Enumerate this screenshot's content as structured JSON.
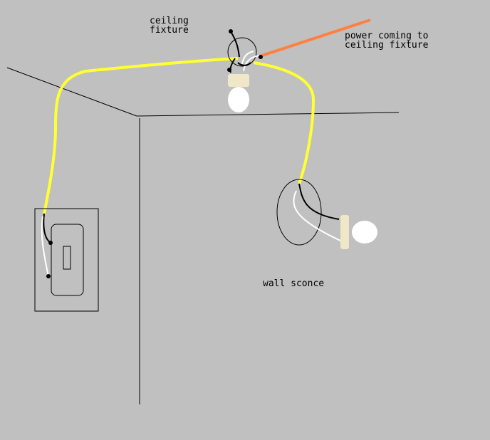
{
  "labels": {
    "ceiling_fixture_line1": "ceiling",
    "ceiling_fixture_line2": "fixture",
    "power_line1": "power coming to",
    "power_line2": "ceiling fixture",
    "wall_sconce": "wall sconce"
  },
  "colors": {
    "background": "#c0c0c0",
    "hot_wire": "#ffff33",
    "power_cable": "#ff8040",
    "neutral_wire": "#ffffff",
    "black_wire": "#000000",
    "bulb": "#ffffff",
    "socket": "#f0e6c8"
  }
}
